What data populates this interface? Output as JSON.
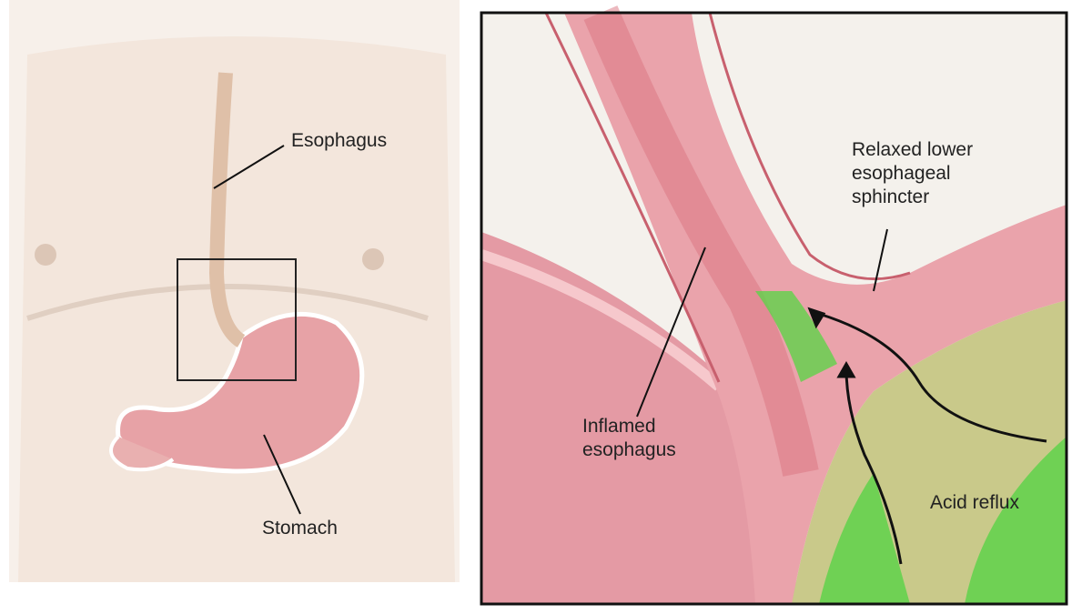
{
  "left_panel": {
    "labels": {
      "esophagus": "Esophagus",
      "stomach": "Stomach"
    }
  },
  "right_panel": {
    "labels": {
      "sphincter_line1": "Relaxed lower",
      "sphincter_line2": "esophageal",
      "sphincter_line3": "sphincter",
      "inflamed_line1": "Inflamed",
      "inflamed_line2": "esophagus",
      "acid_reflux": "Acid reflux"
    }
  },
  "colors": {
    "tissue": "#e8a0a8",
    "tissue_dark": "#c8606e",
    "acid": "#5fd24a",
    "skin": "#f3e6dc",
    "frame": "#111111"
  }
}
